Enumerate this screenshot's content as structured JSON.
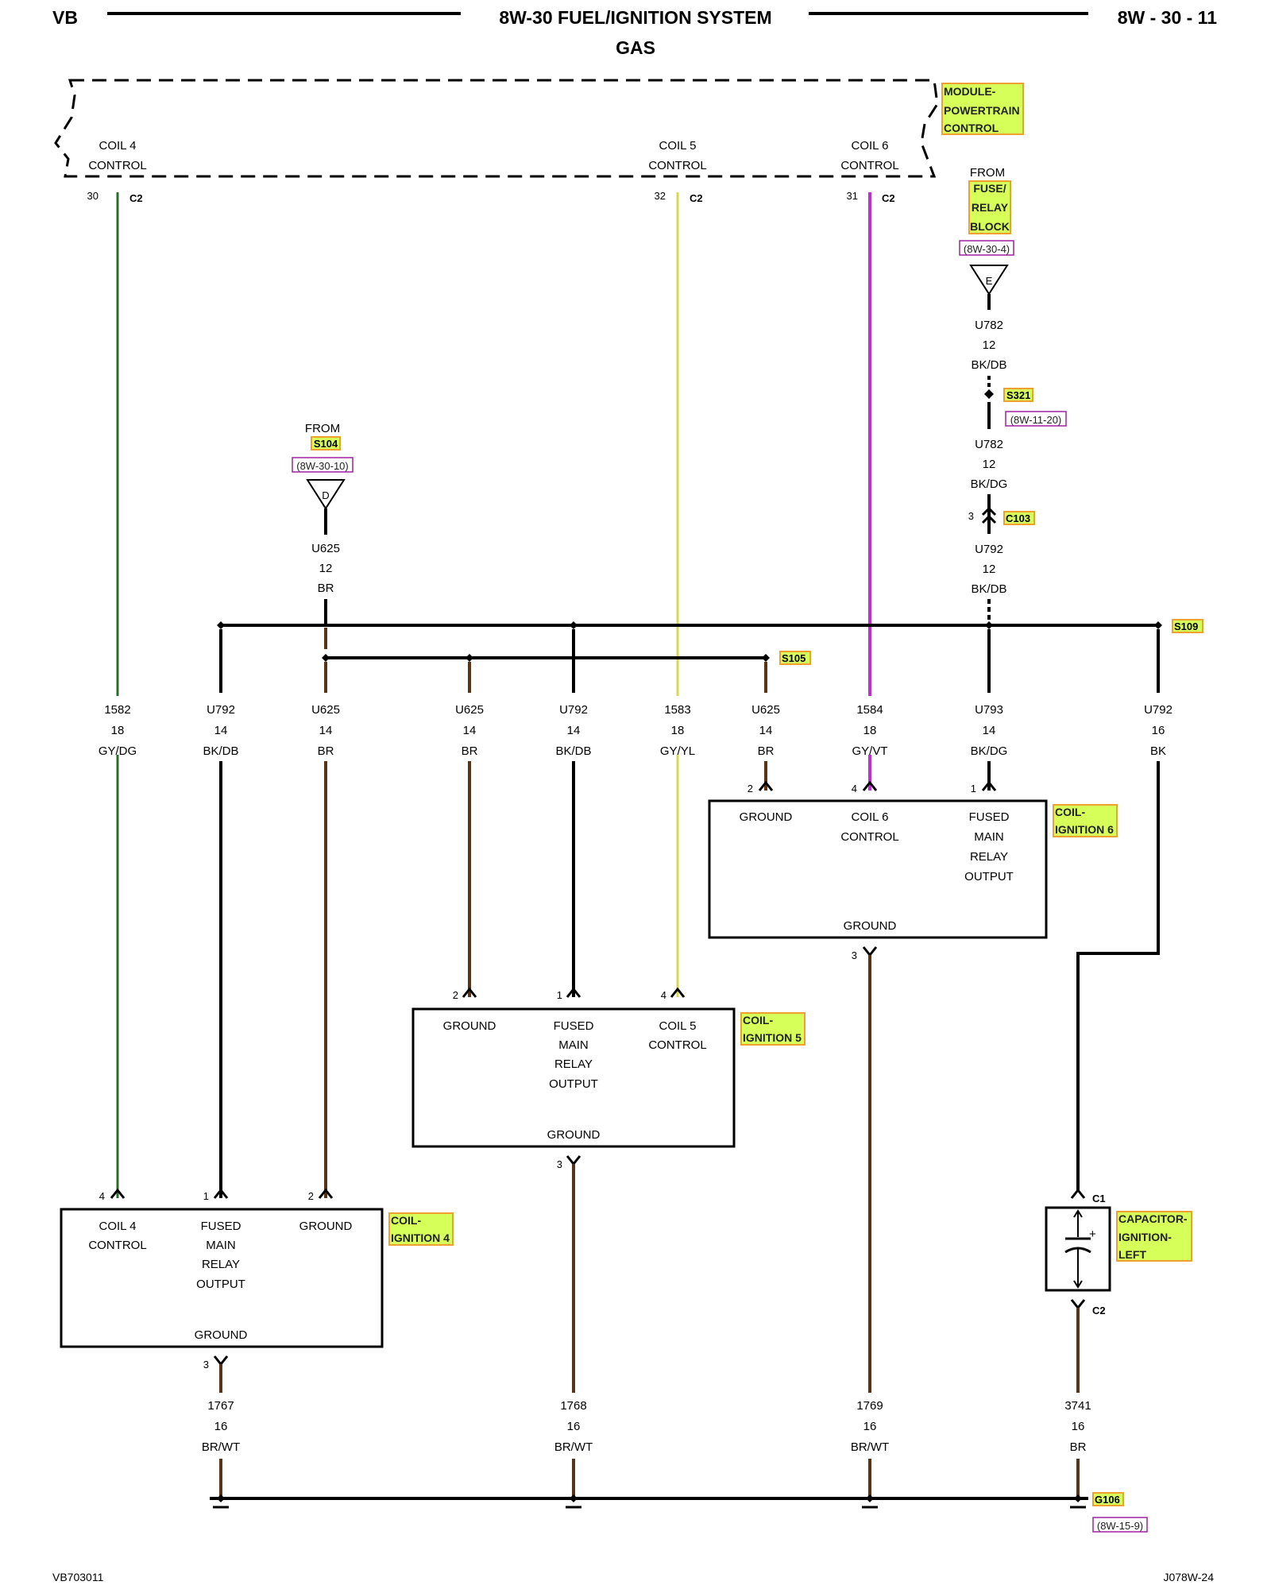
{
  "header": {
    "left": "VB",
    "title": "8W-30 FUEL/IGNITION SYSTEM",
    "subtitle": "GAS",
    "right": "8W - 30 - 11"
  },
  "footer": {
    "left": "VB703011",
    "right": "J078W-24"
  },
  "pcm": {
    "name_lines": [
      "MODULE-",
      "POWERTRAIN",
      "CONTROL"
    ],
    "coil4": [
      "COIL 4",
      "CONTROL"
    ],
    "coil5": [
      "COIL 5",
      "CONTROL"
    ],
    "coil6": [
      "COIL 6",
      "CONTROL"
    ],
    "pin_coil4": "30",
    "pin_coil5": "32",
    "pin_coil6": "31",
    "connector": "C2"
  },
  "fuse_feed": {
    "from": "FROM",
    "name_lines": [
      "FUSE/",
      "RELAY",
      "BLOCK"
    ],
    "ref": "(8W-30-4)",
    "letter": "E"
  },
  "s104_feed": {
    "from": "FROM",
    "name": "S104",
    "ref": "(8W-30-10)",
    "letter": "D"
  },
  "splices": {
    "s321": "S321",
    "s321_ref": "(8W-11-20)",
    "c103": "C103",
    "c103_pin": "3",
    "s105": "S105",
    "s109": "S109"
  },
  "wires": {
    "u782_a": [
      "U782",
      "12",
      "BK/DB"
    ],
    "u782_b": [
      "U782",
      "12",
      "BK/DG"
    ],
    "u792_top": [
      "U792",
      "12",
      "BK/DB"
    ],
    "u625_top": [
      "U625",
      "12",
      "BR"
    ],
    "w1582": [
      "1582",
      "18",
      "GY/DG"
    ],
    "u792_c4": [
      "U792",
      "14",
      "BK/DB"
    ],
    "u625_c4": [
      "U625",
      "14",
      "BR"
    ],
    "u625_c5": [
      "U625",
      "14",
      "BR"
    ],
    "u792_c5": [
      "U792",
      "14",
      "BK/DB"
    ],
    "w1583": [
      "1583",
      "18",
      "GY/YL"
    ],
    "u625_c6": [
      "U625",
      "14",
      "BR"
    ],
    "w1584": [
      "1584",
      "18",
      "GY/VT"
    ],
    "u793": [
      "U793",
      "14",
      "BK/DG"
    ],
    "u792_cap": [
      "U792",
      "16",
      "BK"
    ],
    "w1767": [
      "1767",
      "16",
      "BR/WT"
    ],
    "w1768": [
      "1768",
      "16",
      "BR/WT"
    ],
    "w1769": [
      "1769",
      "16",
      "BR/WT"
    ],
    "w3741": [
      "3741",
      "16",
      "BR"
    ]
  },
  "coil6": {
    "name_lines": [
      "COIL-",
      "IGNITION 6"
    ],
    "ground": "GROUND",
    "control": [
      "COIL 6",
      "CONTROL"
    ],
    "fused": [
      "FUSED",
      "MAIN",
      "RELAY",
      "OUTPUT"
    ],
    "ground_bottom": "GROUND",
    "pins": {
      "ground": "2",
      "control": "4",
      "fused": "1",
      "out": "3"
    }
  },
  "coil5": {
    "name_lines": [
      "COIL-",
      "IGNITION 5"
    ],
    "ground": "GROUND",
    "fused": [
      "FUSED",
      "MAIN",
      "RELAY",
      "OUTPUT"
    ],
    "control": [
      "COIL 5",
      "CONTROL"
    ],
    "ground_bottom": "GROUND",
    "pins": {
      "ground": "2",
      "fused": "1",
      "control": "4",
      "out": "3"
    }
  },
  "coil4": {
    "name_lines": [
      "COIL-",
      "IGNITION 4"
    ],
    "control": [
      "COIL 4",
      "CONTROL"
    ],
    "fused": [
      "FUSED",
      "MAIN",
      "RELAY",
      "OUTPUT"
    ],
    "ground": "GROUND",
    "ground_bottom": "GROUND",
    "pins": {
      "control": "4",
      "fused": "1",
      "ground": "2",
      "out": "3"
    }
  },
  "capacitor": {
    "name_lines": [
      "CAPACITOR-",
      "IGNITION-",
      "LEFT"
    ],
    "c1": "C1",
    "c2": "C2"
  },
  "ground_point": {
    "name": "G106",
    "ref": "(8W-15-9)"
  },
  "colors": {
    "green": "#2e6a2e",
    "yellow": "#d8d850",
    "violet": "#c030d0",
    "brown": "#5a3418",
    "black": "#000000",
    "label_fill": "#d6ff5a",
    "label_border": "#f0a030",
    "ref_border": "#a020a0"
  }
}
